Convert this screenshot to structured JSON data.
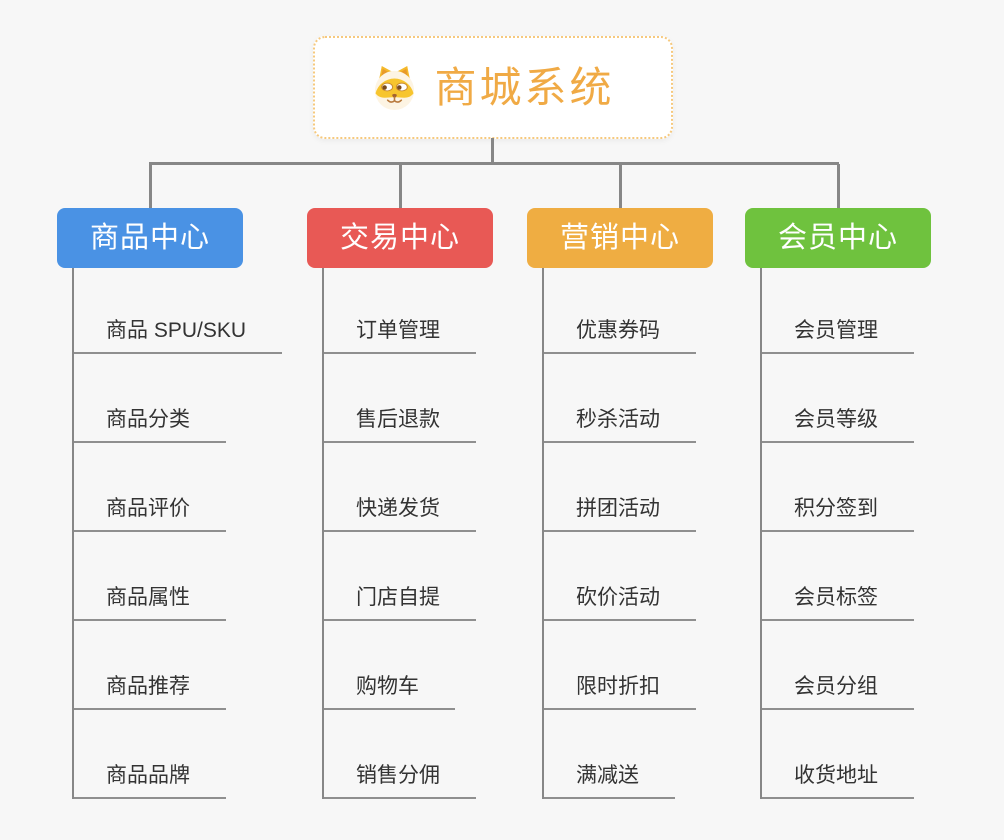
{
  "colors": {
    "page_bg": "#f7f7f7",
    "connector": "#878787",
    "underline": "#8f8f8f",
    "leaf_text": "#333333",
    "root_title": "#f0aa45",
    "root_border": "#f6c97e",
    "root_bg": "#ffffff",
    "header_text": "#ffffff"
  },
  "root": {
    "title": "商城系统",
    "icon": "dog-face-icon"
  },
  "branches": [
    {
      "label": "商品中心",
      "color": "#4a92e4",
      "children": [
        "商品 SPU/SKU",
        "商品分类",
        "商品评价",
        "商品属性",
        "商品推荐",
        "商品品牌"
      ]
    },
    {
      "label": "交易中心",
      "color": "#e85955",
      "children": [
        "订单管理",
        "售后退款",
        "快递发货",
        "门店自提",
        "购物车",
        "销售分佣"
      ]
    },
    {
      "label": "营销中心",
      "color": "#efad42",
      "children": [
        "优惠券码",
        "秒杀活动",
        "拼团活动",
        "砍价活动",
        "限时折扣",
        "满减送"
      ]
    },
    {
      "label": "会员中心",
      "color": "#6fc23e",
      "children": [
        "会员管理",
        "会员等级",
        "积分签到",
        "会员标签",
        "会员分组",
        "收货地址"
      ]
    }
  ]
}
